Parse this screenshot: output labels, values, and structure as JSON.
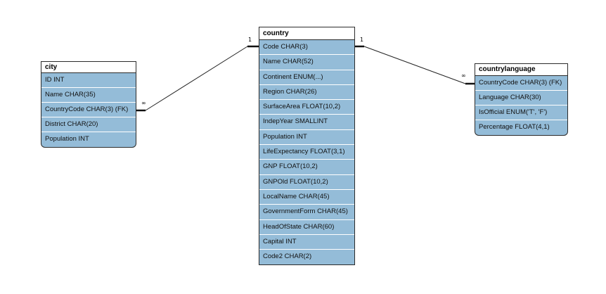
{
  "diagram": {
    "entities": {
      "city": {
        "name": "city",
        "fields": [
          "ID INT",
          "Name CHAR(35)",
          "CountryCode CHAR(3) (FK)",
          "District CHAR(20)",
          "Population INT"
        ]
      },
      "country": {
        "name": "country",
        "fields": [
          "Code CHAR(3)",
          "Name CHAR(52)",
          "Continent ENUM(...)",
          "Region CHAR(26)",
          "SurfaceArea FLOAT(10,2)",
          "IndepYear SMALLINT",
          "Population INT",
          "LifeExpectancy FLOAT(3,1)",
          "GNP FLOAT(10,2)",
          "GNPOld FLOAT(10,2)",
          "LocalName CHAR(45)",
          "GovernmentForm CHAR(45)",
          "HeadOfState CHAR(60)",
          "Capital INT",
          "Code2 CHAR(2)"
        ]
      },
      "countrylanguage": {
        "name": "countrylanguage",
        "fields": [
          "CountryCode CHAR(3) (FK)",
          "Language CHAR(30)",
          "IsOfficial ENUM('T', 'F')",
          "Percentage FLOAT(4,1)"
        ]
      }
    },
    "relationships": [
      {
        "from": "city",
        "to": "country",
        "from_cardinality": "∞",
        "to_cardinality": "1"
      },
      {
        "from": "countrylanguage",
        "to": "country",
        "from_cardinality": "∞",
        "to_cardinality": "1"
      }
    ]
  }
}
